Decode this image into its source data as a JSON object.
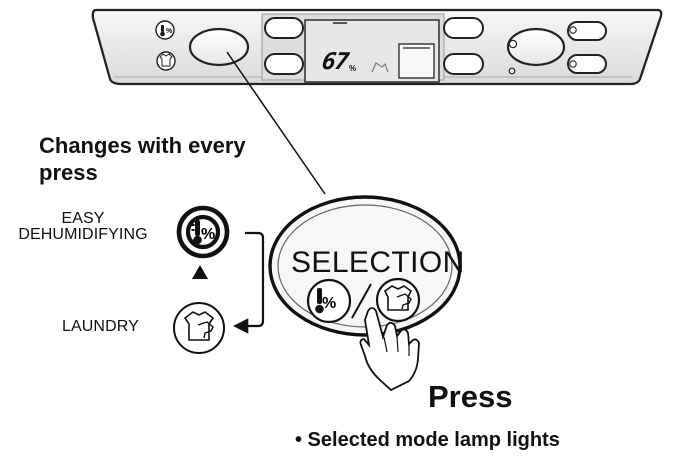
{
  "panel": {
    "display_value": "67",
    "display_unit": "%"
  },
  "callout": {
    "headline": "Changes with every press",
    "button_label": "SELECTION",
    "press_label": "Press",
    "lamp_note": "• Selected mode lamp lights"
  },
  "modes": [
    {
      "label": "EASY DEHUMIDIFYING",
      "icon": "thermometer-percent-icon"
    },
    {
      "label": "LAUNDRY",
      "icon": "shirt-hand-icon"
    }
  ]
}
